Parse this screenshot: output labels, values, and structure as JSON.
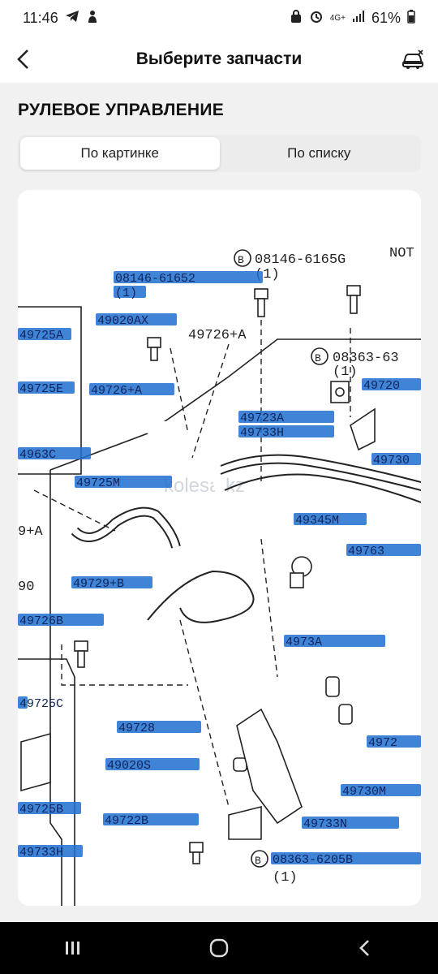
{
  "status": {
    "time": "11:46",
    "network": "4G+",
    "battery": "61%"
  },
  "header": {
    "title": "Выберите запчасти"
  },
  "section": {
    "title": "РУЛЕВОЕ УПРАВЛЕНИЕ"
  },
  "tabs": [
    {
      "label": "По картинке",
      "active": true
    },
    {
      "label": "По списку",
      "active": false
    }
  ],
  "diagram": {
    "visible_texts": {
      "bolt_top": "08146-6165G",
      "qty1": "(1)",
      "nut_top": "NOT",
      "part_a": "49726+A",
      "bolt_right": "08363-63",
      "qty2": "(1)",
      "part_left": "9+A",
      "part_left2": "90",
      "qty3": "(1)",
      "watermark": "kolesa.kz"
    },
    "highlight_labels": [
      "08146-61652",
      "(1)",
      "49020AX",
      "49725A",
      "49725E",
      "49726+A",
      "49723A",
      "49733H",
      "49720",
      "49730",
      "4963C",
      "49725M",
      "49345M",
      "49763",
      "49729+B",
      "49726B",
      "4973A",
      "49728",
      "49020S",
      "49722B",
      "49730M",
      "49733N",
      "49733H",
      "08363-6205B",
      "49725C",
      "49725B",
      "4972"
    ],
    "accent_color": "#1e6fd1"
  }
}
